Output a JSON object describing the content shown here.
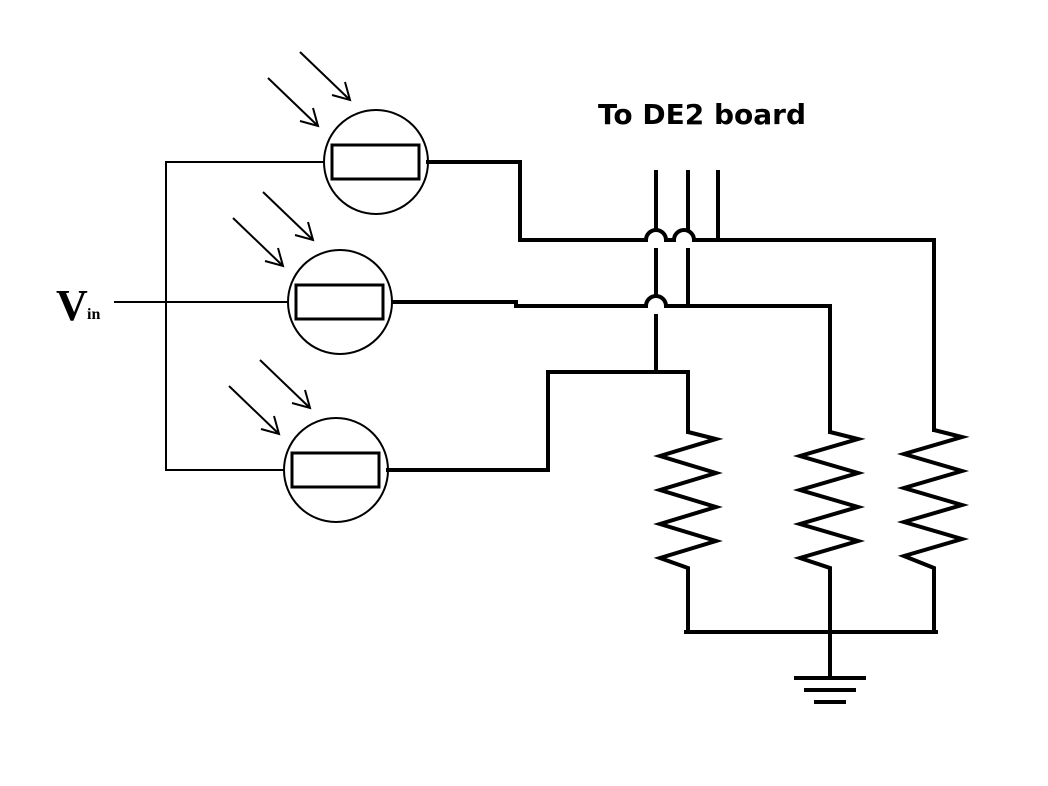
{
  "labels": {
    "output_label": "To DE2 board",
    "input_symbol": "V",
    "input_subscript": "in"
  },
  "components": {
    "photoresistors": [
      {
        "name": "ldr-top"
      },
      {
        "name": "ldr-middle"
      },
      {
        "name": "ldr-bottom"
      }
    ],
    "resistors": [
      {
        "name": "resistor-left"
      },
      {
        "name": "resistor-middle"
      },
      {
        "name": "resistor-right"
      }
    ],
    "ground": "ground-icon"
  },
  "colors": {
    "ink": "#000000",
    "background": "#ffffff"
  }
}
